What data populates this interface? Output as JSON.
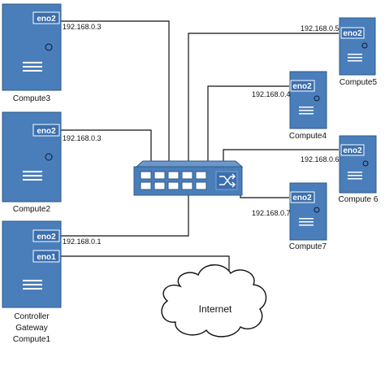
{
  "servers": [
    {
      "name": "Compute3",
      "nic": "eno2",
      "ip": "192.168.0.3"
    },
    {
      "name": "Compute2",
      "nic": "eno2",
      "ip": "192.168.0.3"
    },
    {
      "name_lines": [
        "Controller",
        "Gateway",
        "Compute1"
      ],
      "nics": [
        "eno2",
        "eno1"
      ],
      "ip": "192.168.0.1"
    },
    {
      "name": "Compute5",
      "nic": "eno2",
      "ip": "192.168.0.5"
    },
    {
      "name": "Compute4",
      "nic": "eno2",
      "ip": "192.168.0.4"
    },
    {
      "name": "Compute 6",
      "nic": "eno2",
      "ip": "192.168.0.6"
    },
    {
      "name": "Compute7",
      "nic": "eno2",
      "ip": "192.168.0.7"
    }
  ],
  "cloud": {
    "label": "Internet"
  },
  "switch": {
    "ports": 10
  },
  "colors": {
    "server_fill": "#4a7ebb",
    "server_stroke": "#2e5a8a",
    "nic_fill": "#3b6fae",
    "switch_fill": "#4a7ebb",
    "line": "#111111"
  }
}
